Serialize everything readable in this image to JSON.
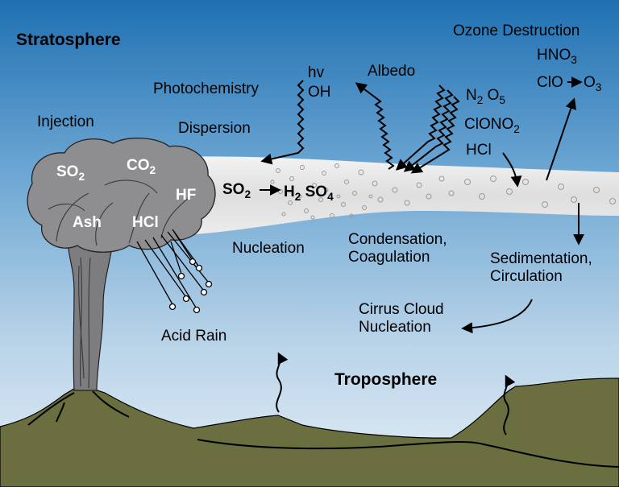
{
  "regions": {
    "stratosphere": "Stratosphere",
    "troposphere": "Troposphere"
  },
  "processes": {
    "injection": "Injection",
    "photochemistry": "Photochemistry",
    "dispersion": "Dispersion",
    "albedo": "Albedo",
    "ozone_destruction": "Ozone Destruction",
    "nucleation": "Nucleation",
    "condensation_line1": "Condensation,",
    "condensation_line2": "Coagulation",
    "sedimentation_line1": "Sedimentation,",
    "sedimentation_line2": "Circulation",
    "cirrus_line1": "Cirrus Cloud",
    "cirrus_line2": "Nucleation",
    "acid_rain": "Acid Rain"
  },
  "species": {
    "hv": "hv",
    "oh": "OH",
    "so2": {
      "base": "SO",
      "sub": "2"
    },
    "co2": {
      "base": "CO",
      "sub": "2"
    },
    "hf": "HF",
    "ash": "Ash",
    "hcl_cloud": "HCl",
    "reaction_reactant": {
      "base": "SO",
      "sub": "2"
    },
    "reaction_product_h": {
      "base": "H",
      "sub": "2"
    },
    "reaction_product_so": {
      "base": "SO",
      "sub": "4"
    },
    "n2o5_n": {
      "base": "N",
      "sub": "2"
    },
    "n2o5_o": {
      "base": "O",
      "sub": "5"
    },
    "clono2": {
      "base": "ClONO",
      "sub": "2"
    },
    "hcl": "HCl",
    "hno3": {
      "base": "HNO",
      "sub": "3"
    },
    "clo": "ClO",
    "o3": {
      "base": "O",
      "sub": "3"
    }
  },
  "colors": {
    "sky_top": "#1e6fb0",
    "sky_bottom": "#d4e4f0",
    "plume": "#e2e2e2",
    "cloud": "#8d8d8f",
    "ground": "#6d7040",
    "text": "#000000"
  }
}
